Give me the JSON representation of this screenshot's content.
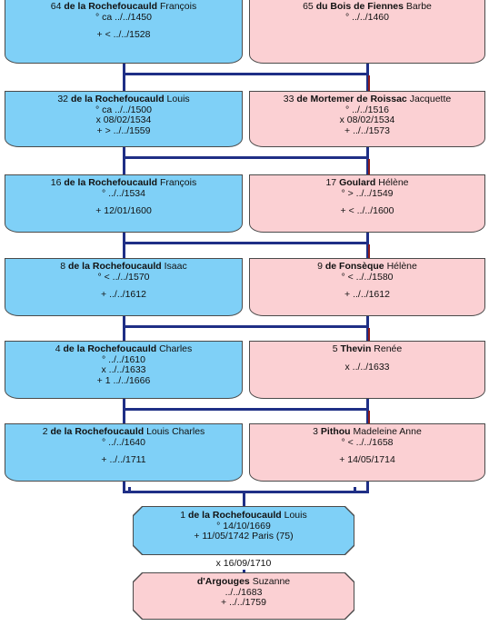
{
  "generations": [
    {
      "male": {
        "num": "64",
        "surname": "de la Rochefoucauld",
        "given": "François",
        "lines": [
          "° ca ../../1450",
          "",
          "+ < ../../1528"
        ]
      },
      "female": {
        "num": "65",
        "surname": "du Bois de Fiennes",
        "given": "Barbe",
        "lines": [
          "° ../../1460"
        ]
      }
    },
    {
      "male": {
        "num": "32",
        "surname": "de la Rochefoucauld",
        "given": "Louis",
        "lines": [
          "° ca ../../1500",
          "x 08/02/1534",
          "+ > ../../1559"
        ]
      },
      "female": {
        "num": "33",
        "surname": "de Mortemer de Roissac",
        "given": "Jacquette",
        "lines": [
          "° ../../1516",
          "x 08/02/1534",
          "+ ../../1573"
        ]
      }
    },
    {
      "male": {
        "num": "16",
        "surname": "de la Rochefoucauld",
        "given": "François",
        "lines": [
          "° ../../1534",
          "",
          "+ 12/01/1600"
        ]
      },
      "female": {
        "num": "17",
        "surname": "Goulard",
        "given": "Hélène",
        "lines": [
          "° > ../../1549",
          "",
          "+ < ../../1600"
        ]
      }
    },
    {
      "male": {
        "num": "8",
        "surname": "de la Rochefoucauld",
        "given": "Isaac",
        "lines": [
          "° < ../../1570",
          "",
          "+ ../../1612"
        ]
      },
      "female": {
        "num": "9",
        "surname": "de Fonsèque",
        "given": "Hélène",
        "lines": [
          "° < ../../1580",
          "",
          "+ ../../1612"
        ]
      }
    },
    {
      "male": {
        "num": "4",
        "surname": "de la Rochefoucauld",
        "given": "Charles",
        "lines": [
          "° ../../1610",
          "x ../../1633",
          "+ 1 ../../1666"
        ]
      },
      "female": {
        "num": "5",
        "surname": "Thevin",
        "given": "Renée",
        "lines": [
          "",
          "x ../../1633"
        ]
      }
    },
    {
      "male": {
        "num": "2",
        "surname": "de la Rochefoucauld",
        "given": "Louis Charles",
        "lines": [
          "° ../../1640",
          "",
          "+ ../../1711"
        ]
      },
      "female": {
        "num": "3",
        "surname": "Pithou",
        "given": "Madeleine Anne",
        "lines": [
          "° < ../../1658",
          "",
          "+ 14/05/1714"
        ]
      }
    }
  ],
  "root": {
    "num": "1",
    "surname": "de la Rochefoucauld",
    "given": "Louis",
    "lines": [
      "° 14/10/1669",
      "+ 11/05/1742 Paris (75)"
    ]
  },
  "marriage": "x 16/09/1710",
  "spouse": {
    "num": "",
    "surname": "d'Argouges",
    "given": "Suzanne",
    "lines": [
      "../../1683",
      "+ ../../1759"
    ]
  },
  "colors": {
    "male": "#7fd0f7",
    "female": "#fbd0d3",
    "connector": "#1f2f86",
    "connector_top_female": "#8b1a1a",
    "border": "#4a4a4a"
  }
}
